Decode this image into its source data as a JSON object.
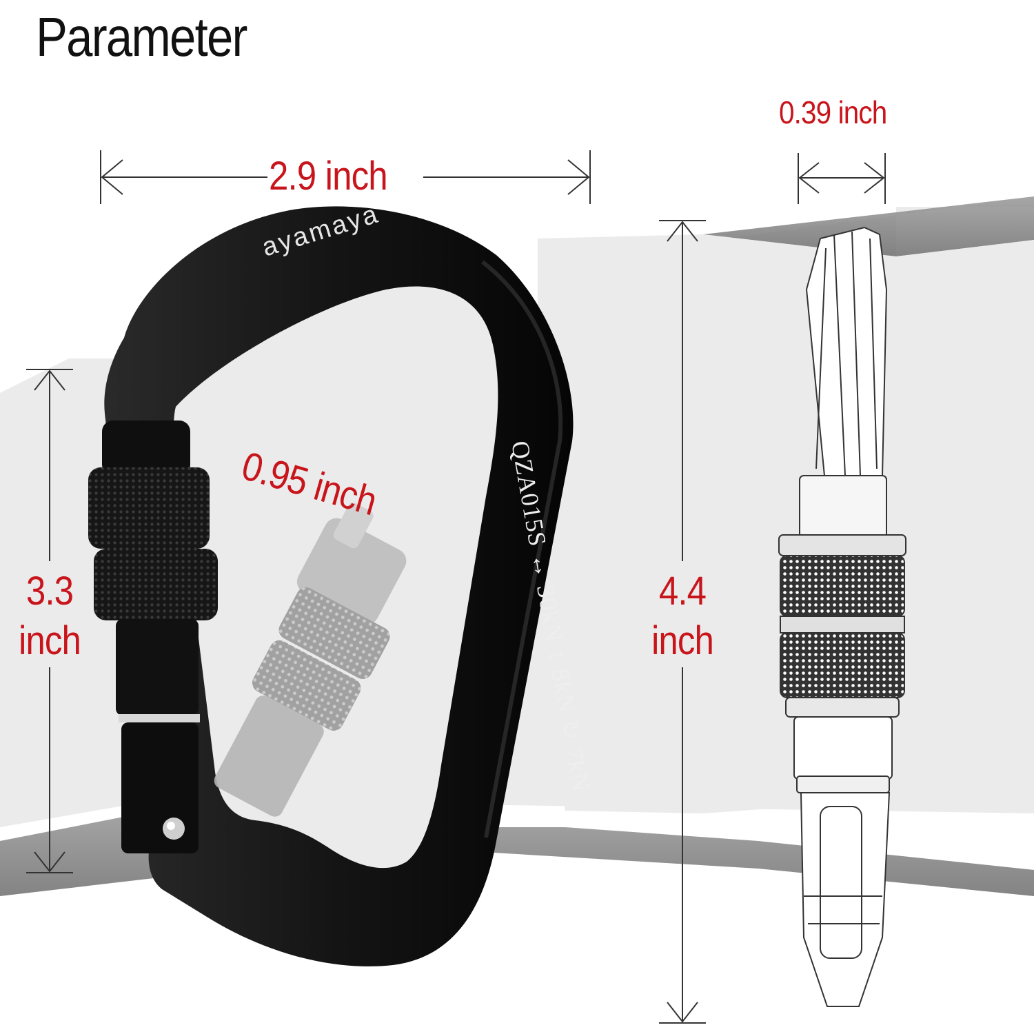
{
  "title": "Parameter",
  "brand": "ayamaya",
  "engraving": "QZA015S ↔ 30kN ↕ 8kN ↻ 7kN",
  "dimensions": {
    "width": "2.9 inch",
    "gate_opening": "0.95 inch",
    "thickness": "0.39 inch",
    "inner_height": {
      "value": "3.3",
      "unit": "inch"
    },
    "total_height": {
      "value": "4.4",
      "unit": "inch"
    }
  },
  "colors": {
    "dimension_text": "#c8151b",
    "carabiner": "#141414",
    "band": "#ecebeb"
  }
}
